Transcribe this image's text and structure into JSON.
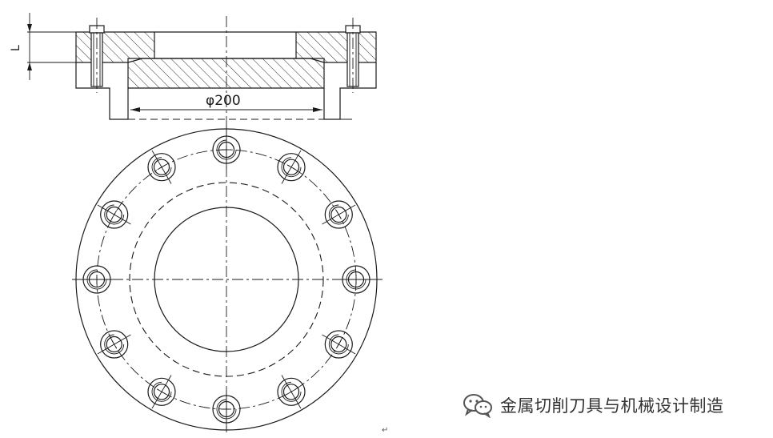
{
  "drawing": {
    "dimension_label": "φ200",
    "height_label": "L",
    "bolt_count": 12
  },
  "watermark": {
    "text": "金属切削刀具与机械设计制造",
    "icon": "wechat-icon"
  },
  "paragraph_mark": "↵"
}
